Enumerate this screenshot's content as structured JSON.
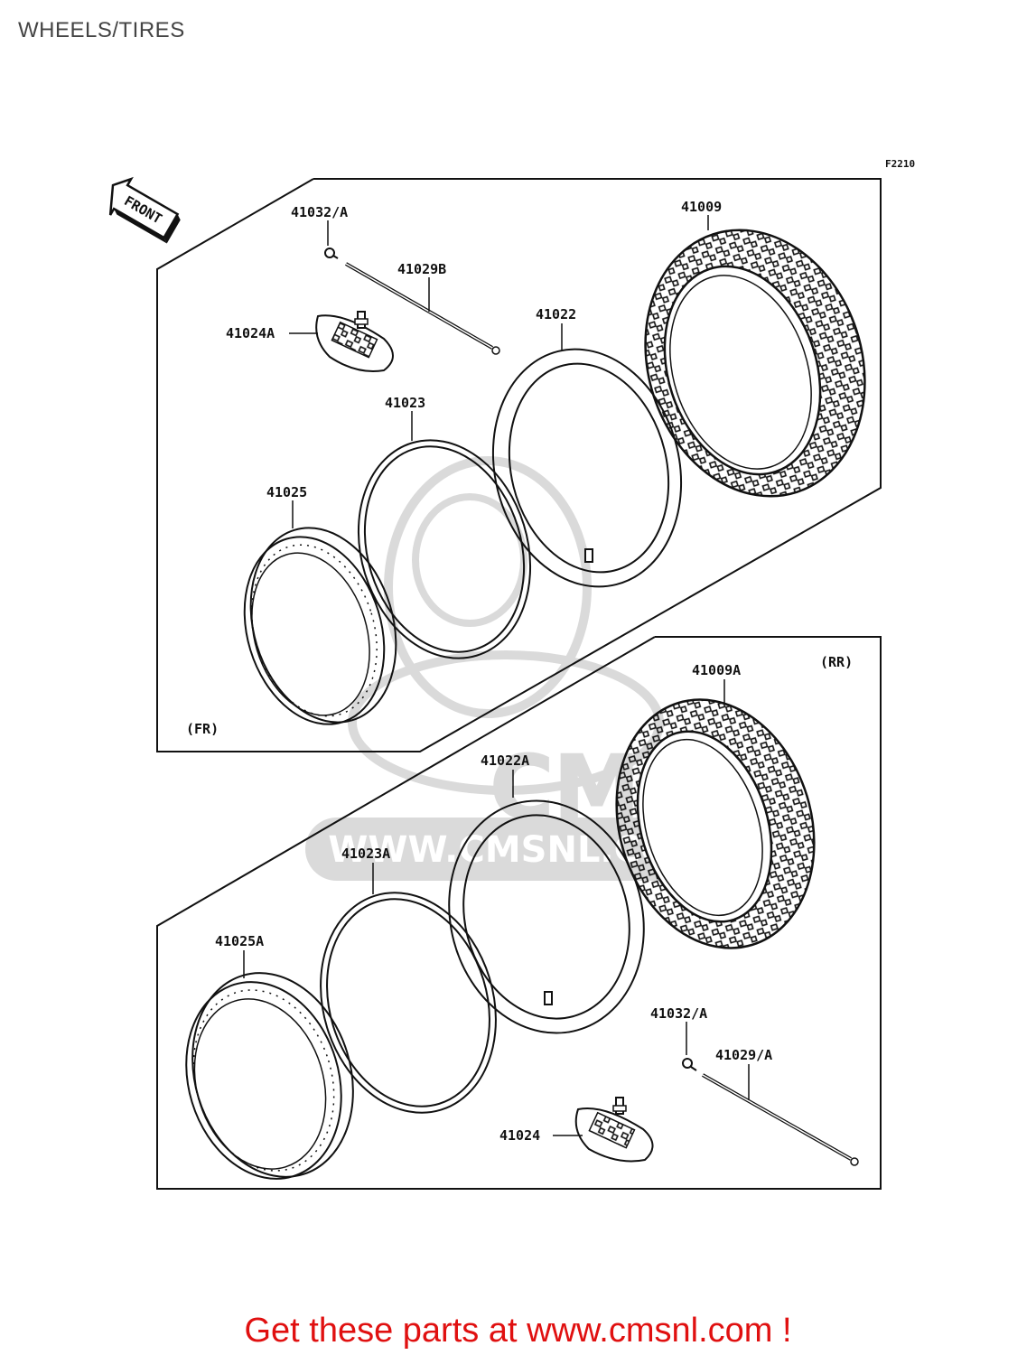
{
  "page": {
    "title": "WHEELS/TIRES",
    "figure_code": "F2210",
    "front_label": "FRONT",
    "promo_text": "Get these parts at www.cmsnl.com !"
  },
  "watermark": {
    "brand": "CMS",
    "url": "WWW.CMSNL.COM"
  },
  "sections": {
    "front": {
      "label": "(FR)"
    },
    "rear": {
      "label": "(RR)"
    }
  },
  "parts": {
    "front_valve_cap": "41032/A",
    "front_spoke": "41029B",
    "front_rim_lock": "41024A",
    "front_tire": "41009",
    "front_tube": "41022",
    "front_rim_band": "41023",
    "front_rim": "41025",
    "rear_tire": "41009A",
    "rear_tube": "41022A",
    "rear_rim_band": "41023A",
    "rear_rim": "41025A",
    "rear_valve_cap": "41032/A",
    "rear_spoke": "41029/A",
    "rear_rim_lock": "41024"
  },
  "colors": {
    "line": "#111111",
    "promo": "#e01010",
    "watermark": "#d6d6d6"
  }
}
